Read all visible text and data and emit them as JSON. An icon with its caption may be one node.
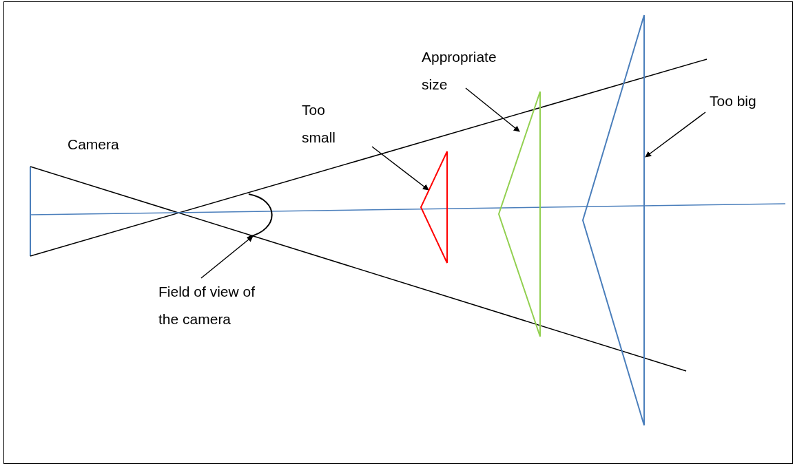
{
  "diagram": {
    "nodes": [
      {
        "text": [
          "Too small"
        ]
      },
      {
        "text": [],
        "shape": "triangle"
      },
      {
        "text": [
          "Appropriate size"
        ]
      },
      {
        "text": [],
        "shape": "triangle"
      },
      {
        "text": [
          "Too big"
        ]
      },
      {
        "text": [],
        "shape": "triangle"
      },
      {
        "text": [
          "Field of view of the camera"
        ]
      },
      {
        "text": [],
        "shape": "arc"
      }
    ],
    "edges": [
      {
        "from": 0,
        "to": 1,
        "arrow": "to"
      },
      {
        "from": 2,
        "to": 3,
        "arrow": "to"
      },
      {
        "from": 4,
        "to": 5,
        "arrow": "to"
      },
      {
        "from": 6,
        "to": 7,
        "arrow": "to"
      }
    ],
    "labels": [
      "Camera"
    ]
  }
}
